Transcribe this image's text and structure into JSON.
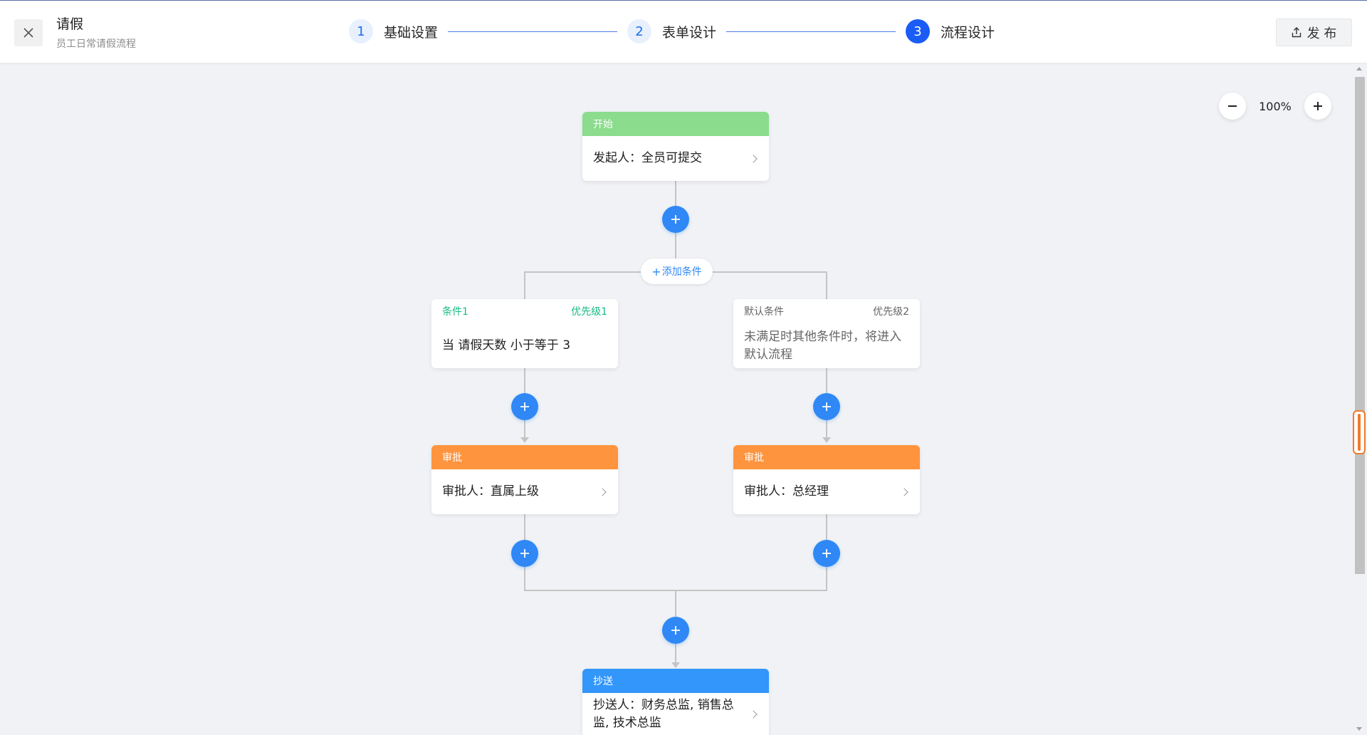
{
  "header": {
    "title": "请假",
    "subtitle": "员工日常请假流程",
    "publish_label": "发 布"
  },
  "steps": [
    {
      "num": "1",
      "label": "基础设置"
    },
    {
      "num": "2",
      "label": "表单设计"
    },
    {
      "num": "3",
      "label": "流程设计"
    }
  ],
  "active_step": "3",
  "zoom": {
    "level": "100%"
  },
  "colors": {
    "start": "#8bdc8c",
    "approval": "#ff943e",
    "cc": "#3296fa",
    "add_button": "#2f88f5",
    "condition_text": "#15bc83",
    "step_active": "#1a5cf5"
  },
  "flow": {
    "start": {
      "header": "开始",
      "content": "发起人：全员可提交"
    },
    "add_condition_label": "添加条件",
    "conditions": [
      {
        "name": "条件1",
        "priority": "优先级1",
        "content": "当 请假天数 小于等于 3"
      },
      {
        "name": "默认条件",
        "priority": "优先级2",
        "content": "未满足时其他条件时，将进入默认流程"
      }
    ],
    "approvals": [
      {
        "header": "审批",
        "content": "审批人：直属上级"
      },
      {
        "header": "审批",
        "content": "审批人：总经理"
      }
    ],
    "cc": {
      "header": "抄送",
      "content": "抄送人：财务总监, 销售总监, 技术总监"
    }
  }
}
